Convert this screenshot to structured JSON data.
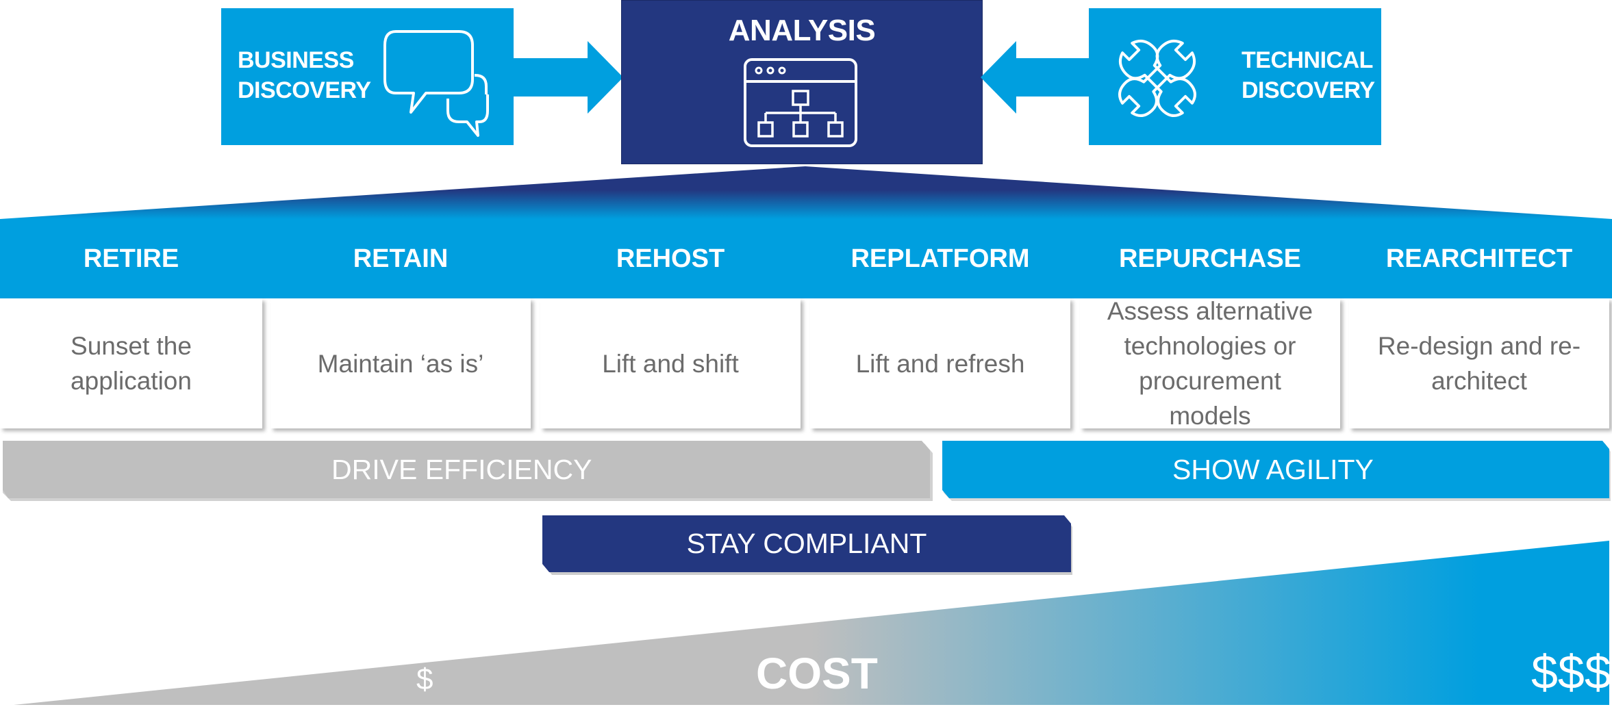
{
  "top": {
    "business_discovery": "BUSINESS DISCOVERY",
    "analysis": "ANALYSIS",
    "technical_discovery": "TECHNICAL DISCOVERY"
  },
  "strategies": [
    {
      "name": "RETIRE",
      "description": "Sunset the application"
    },
    {
      "name": "RETAIN",
      "description": "Maintain ‘as is’"
    },
    {
      "name": "REHOST",
      "description": "Lift and shift"
    },
    {
      "name": "REPLATFORM",
      "description": "Lift and refresh"
    },
    {
      "name": "REPURCHASE",
      "description": "Assess alternative technologies or procurement models"
    },
    {
      "name": "REARCHITECT",
      "description": "Re-design and re-architect"
    }
  ],
  "goals": {
    "drive_efficiency": "DRIVE EFFICIENCY",
    "show_agility": "SHOW AGILITY",
    "stay_compliant": "STAY COMPLIANT"
  },
  "cost": {
    "label": "COST",
    "low": "$",
    "high": "$$$"
  },
  "colors": {
    "light_blue": "#009fdf",
    "dark_blue": "#233780",
    "grey": "#bfbfbf",
    "text_grey": "#6b6b6b"
  }
}
